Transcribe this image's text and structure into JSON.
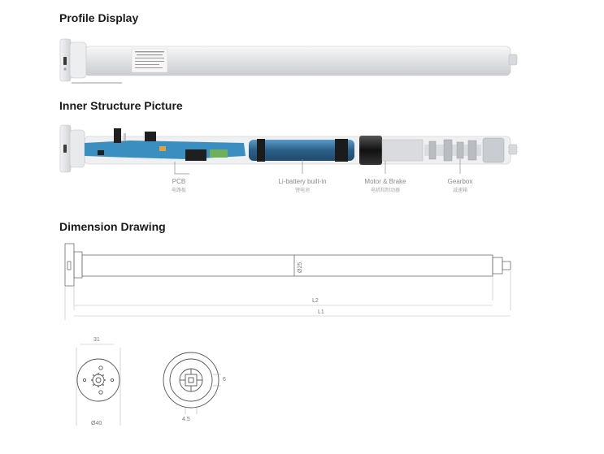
{
  "headings": {
    "profile": "Profile Display",
    "inner": "Inner Structure Picture",
    "dimension": "Dimension Drawing"
  },
  "components": [
    {
      "en": "PCB",
      "cn": "电路板"
    },
    {
      "en": "Li-battery built-in",
      "cn": "锂电池"
    },
    {
      "en": "Motor & Brake",
      "cn": "电机和制动器"
    },
    {
      "en": "Gearbox",
      "cn": "减速箱"
    }
  ],
  "dimensions": {
    "tube_diameter": "Ø25",
    "l2": "L2",
    "l1": "L1",
    "width_31": "31",
    "head_diameter": "Ø40",
    "side_6": "6",
    "offset": "4.5"
  },
  "colors": {
    "tube": "#e4e6e9",
    "pcb": "#3b8fc0",
    "battery": "#2f6e9c",
    "motor": "#222222",
    "line": "#999999"
  }
}
